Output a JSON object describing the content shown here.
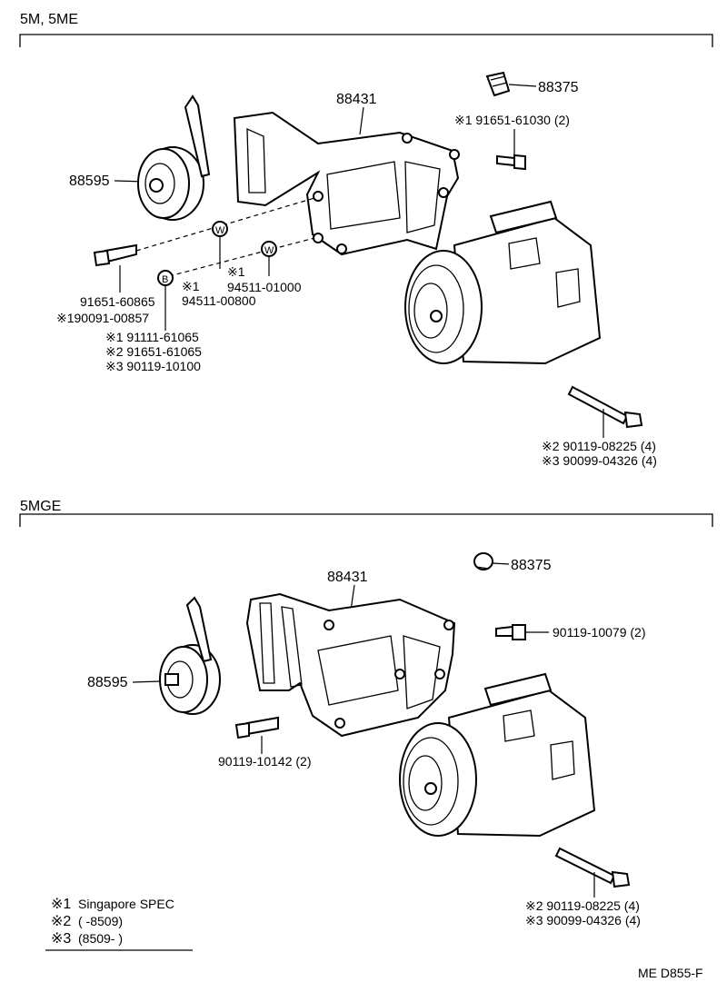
{
  "sections": [
    {
      "title": "5M, 5ME",
      "parts": {
        "bracket": "88431",
        "cap": "88375",
        "cap_bolt": "※1 91651-61030 (2)",
        "idler_pulley": "88595",
        "bolt_a_1": "91651-60865",
        "bolt_a_2": "※190091-00857",
        "washer_w1_note": "※1",
        "washer_w1_no": "94511-01000",
        "washer_w2_note": "※1",
        "washer_w2_no": "94511-00800",
        "washer_b_1": "※1 91111-61065",
        "washer_b_2": "※2 91651-61065",
        "washer_b_3": "※3 90119-10100",
        "comp_bolt_1": "※2 90119-08225 (4)",
        "comp_bolt_2": "※3 90099-04326 (4)"
      },
      "symbols": {
        "w": "W",
        "b": "B"
      }
    },
    {
      "title": "5MGE",
      "parts": {
        "bracket": "88431",
        "cap": "88375",
        "cap_bolt": "90119-10079 (2)",
        "idler_pulley": "88595",
        "bracket_bolt": "90119-10142 (2)",
        "comp_bolt_1": "※2 90119-08225 (4)",
        "comp_bolt_2": "※3 90099-04326 (4)"
      }
    }
  ],
  "legend": [
    {
      "mark": "※1",
      "text": "Singapore SPEC"
    },
    {
      "mark": "※2",
      "text": "(       -8509)"
    },
    {
      "mark": "※3",
      "text": "(8509-        )"
    }
  ],
  "footer": {
    "code": "ME  D855-F"
  }
}
